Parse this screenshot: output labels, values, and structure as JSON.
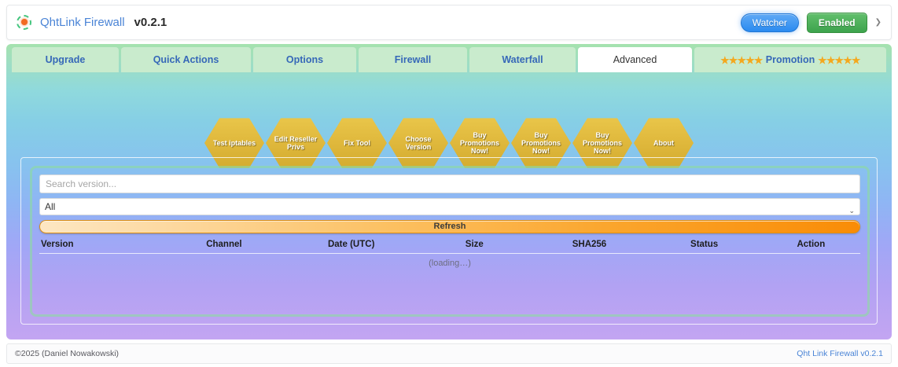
{
  "header": {
    "logo_icon": "target-dot-icon",
    "brand_name": "QhtLink Firewall",
    "version": "v0.2.1",
    "watcher_label": "Watcher",
    "enabled_label": "Enabled",
    "caret_icon": "chevron-right-icon",
    "caret_glyph": "❯",
    "colors": {
      "brand_blue": "#4a84d6",
      "watcher_blue": "#2b8bf0",
      "enabled_green": "#3da34d"
    }
  },
  "tabs": [
    {
      "label": "Upgrade",
      "active": false
    },
    {
      "label": "Quick Actions",
      "active": false
    },
    {
      "label": "Options",
      "active": false
    },
    {
      "label": "Firewall",
      "active": false
    },
    {
      "label": "Waterfall",
      "active": false
    },
    {
      "label": "Advanced",
      "active": true
    },
    {
      "label": "Promotion",
      "active": false,
      "stars_left": "★★★★★",
      "stars_right": "★★★★★"
    }
  ],
  "hex_buttons": [
    {
      "label": "Test iptables"
    },
    {
      "label": "Edit Reseller Privs"
    },
    {
      "label": "Fix Tool"
    },
    {
      "label": "Choose Version"
    },
    {
      "label": "Buy Promotions Now!"
    },
    {
      "label": "Buy Promotions Now!"
    },
    {
      "label": "Buy Promotions Now!"
    },
    {
      "label": "About"
    }
  ],
  "panel": {
    "search": {
      "value": "",
      "placeholder": "Search version..."
    },
    "filter": {
      "selected": "All",
      "caret_icon": "chevron-down-icon",
      "caret_glyph": "⌄"
    },
    "refresh_label": "Refresh",
    "table": {
      "columns": [
        "Version",
        "Channel",
        "Date (UTC)",
        "Size",
        "SHA256",
        "Status",
        "Action"
      ],
      "rows": [],
      "empty_message": "(loading…)"
    }
  },
  "footer": {
    "copyright": "©2025 (Daniel Nowakowski)",
    "link_label": "Qht Link Firewall v0.2.1"
  }
}
